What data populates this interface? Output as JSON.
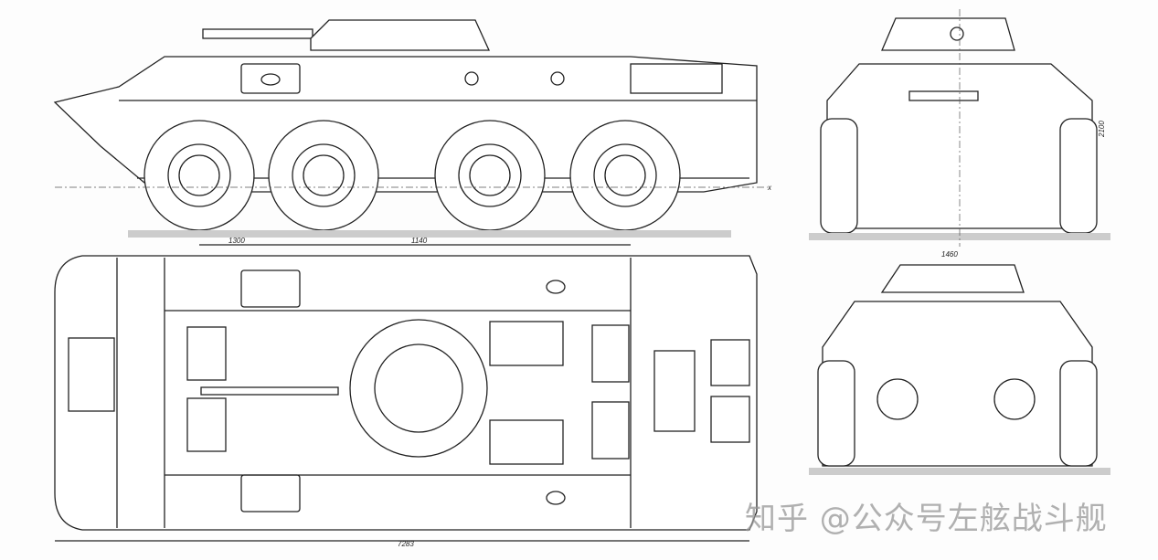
{
  "drawing": {
    "views": [
      "side-view",
      "top-view",
      "front-view",
      "rear-view"
    ],
    "labels": {
      "axis_x": "x",
      "wheelbase_1": "1300",
      "wheelbase_2": "1140",
      "length_total": "7283",
      "front_height": "2100",
      "track_width": "1460"
    }
  },
  "watermark": "知乎 @公众号左舷战斗舰"
}
